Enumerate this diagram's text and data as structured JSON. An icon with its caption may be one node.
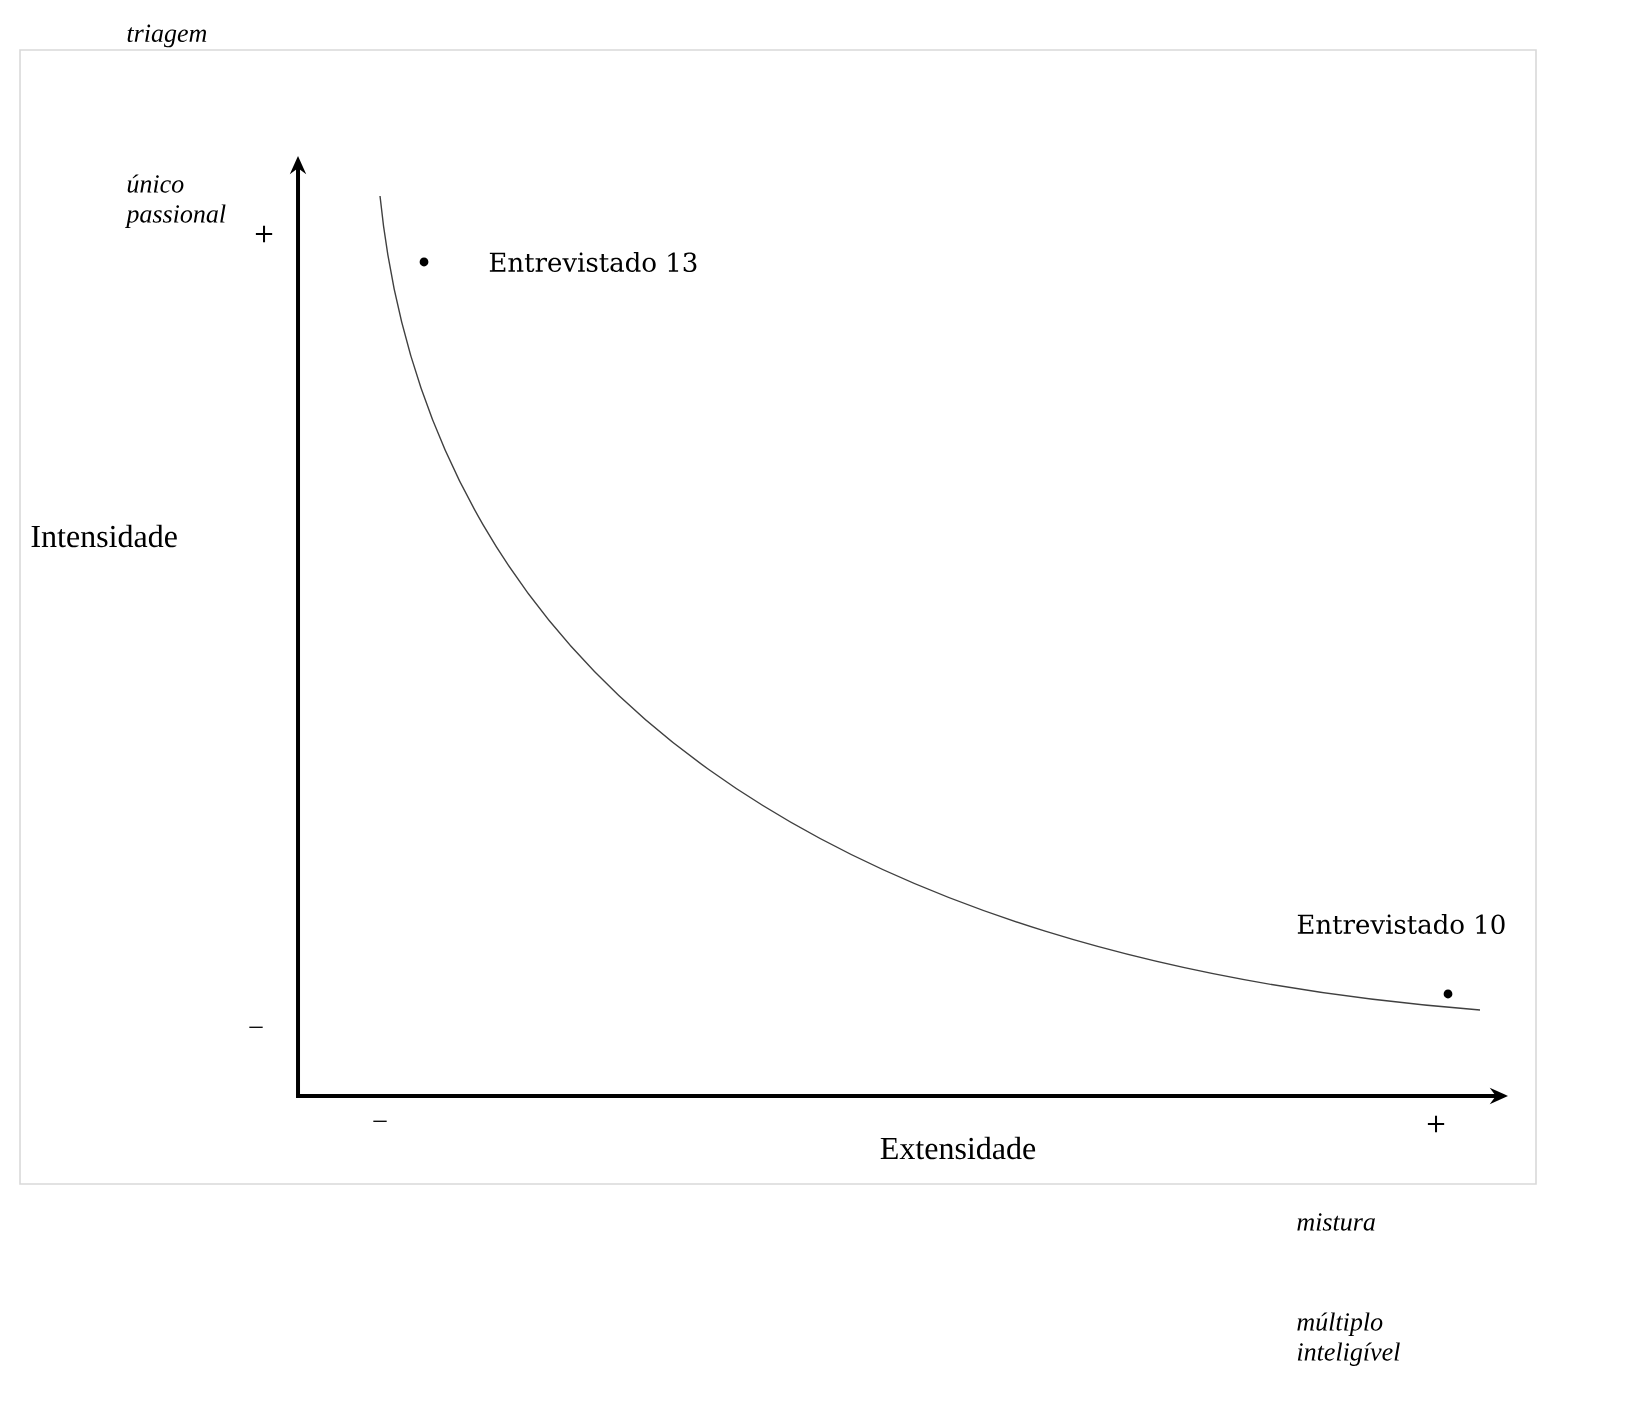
{
  "diagram": {
    "labels": [
      "triagem",
      "único passional",
      "+",
      "Entrevistado 13",
      "Intensidade",
      "Entrevistado 10",
      "–",
      "–",
      "Extensidade",
      "+",
      "mistura",
      "múltiplo inteligível"
    ]
  }
}
